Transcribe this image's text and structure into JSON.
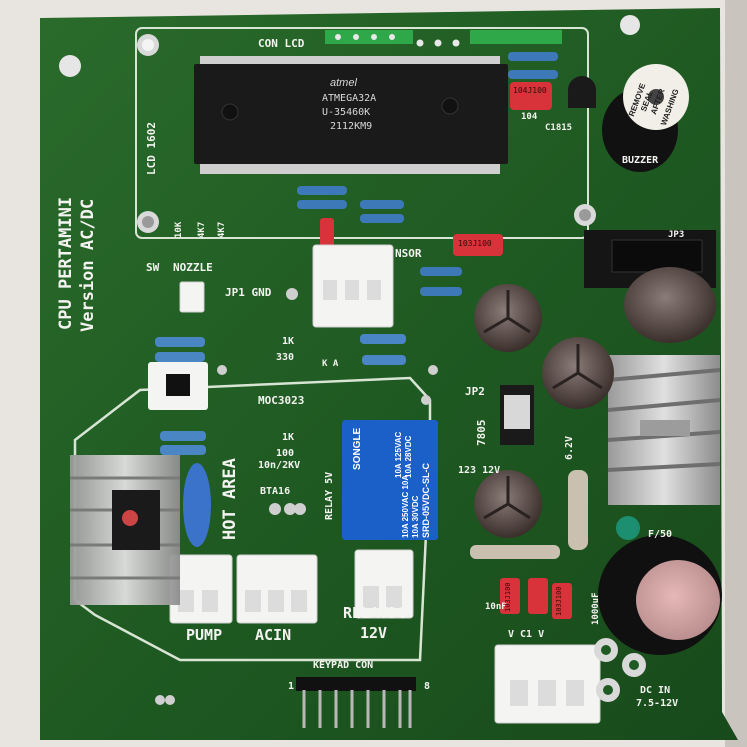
{
  "board": {
    "title_line1": "CPU PERTAMINI",
    "title_line2": "Version AC/DC"
  },
  "labels": {
    "con_lcd": "CON LCD",
    "lcd_1602": "LCD 1602",
    "sw": "SW",
    "nozzle": "NOZZLE",
    "jp1_gnd": "JP1 GND",
    "sensor": "NSOR",
    "buzzer": "BUZZER",
    "jp2": "JP2",
    "ic_7805": "7805",
    "ic_moc": "MOC3023",
    "ic_bta": "BTA16",
    "cap_10n": "10n/2KV",
    "hot_area": "HOT AREA",
    "relay_5v": "RELAY 5V",
    "r_1k_a": "1K",
    "r_330": "330",
    "r_1k_b": "1K",
    "r_100": "100",
    "r_10k": "10K",
    "r_4k7_a": "4K7",
    "r_4k7_b": "4K7",
    "pump": "PUMP",
    "acin": "ACIN",
    "relaydc": "RELAYDC",
    "v12": "12V",
    "keypad_con": "KEYPAD CON",
    "pin_1": "1",
    "pin_8": "8",
    "dc_in": "DC IN",
    "dc_range": "7.5-12V",
    "v6_2": "6.2V",
    "mark_123_12v": "123 12V",
    "mark_104": "104",
    "mark_c1815": "C1815",
    "mark_v_c1_v": "V  C1  V",
    "mark_10nf": "10nF",
    "mark_1000uf": "1000uF",
    "mark_k_a": "K A",
    "mark_f50": "F/50",
    "mark_jp3": "JP3"
  },
  "mcu": {
    "brand": "atmel",
    "part": "ATMEGA32A",
    "line2": "U-35460K",
    "line3": "2112KM9"
  },
  "relay_module": {
    "brand": "SONGLE",
    "rating1": "10A 125VAC",
    "rating2": "10A 28VDC",
    "rating3": "10A 250VAC  10A",
    "rating4": "10A 30VDC",
    "model": "SRD-05VDC-SL-C"
  },
  "buzzer_sticker": {
    "line1": "REMOVE",
    "line2": "SEAL",
    "line3": "AFTER",
    "line4": "WASHING"
  },
  "film_caps": {
    "top": "104J100",
    "mid": "103J100",
    "low_a": "103J100",
    "low_b": "103J100"
  },
  "colors": {
    "pcb_green": "#1f5a22",
    "silkscreen": "#f3f3f0",
    "relay_blue": "#1b5fc9",
    "header_green": "#2fa84a",
    "connector_white": "#f4f4f2",
    "chip_black": "#1a1a1a",
    "capacitor_brown": "#5a4640",
    "film_cap_red": "#d8323a"
  }
}
